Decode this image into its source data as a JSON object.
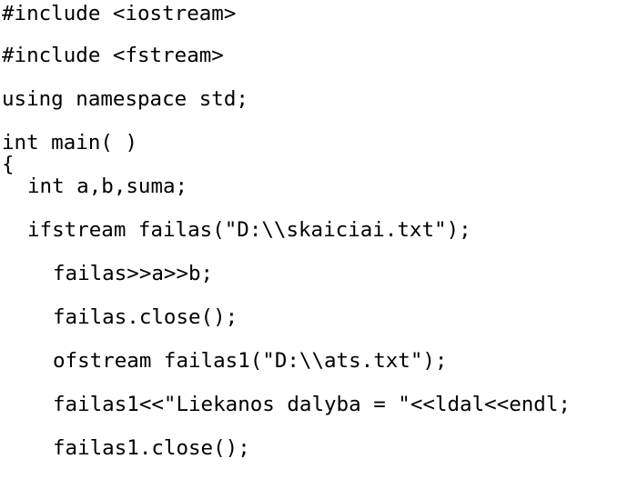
{
  "code": {
    "lines": [
      "#include <iostream>",
      "#include <fstream>",
      "using namespace std;",
      "int main( )",
      "{",
      "int a,b,suma;",
      "ifstream failas(\"D:\\\\skaiciai.txt\");",
      "failas>>a>>b;",
      "failas.close();",
      "ofstream failas1(\"D:\\\\ats.txt\");",
      "failas1<<\"Liekanos dalyba = \"<<ldal<<endl;",
      "failas1.close();"
    ]
  }
}
